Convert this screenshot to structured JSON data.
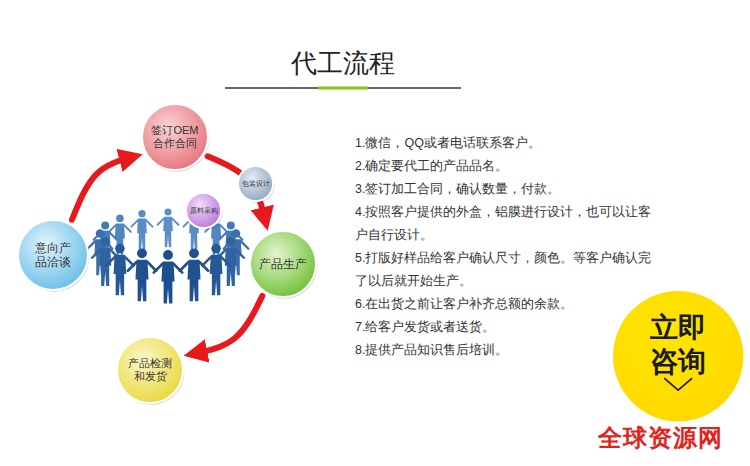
{
  "diagram": {
    "title": "代工流程",
    "nodes": [
      {
        "text": [
          "签订OEM 合作合同"
        ]
      },
      {
        "text": [
          "包装设计"
        ]
      },
      {
        "text": [
          "原料采购"
        ]
      },
      {
        "text": [
          "意向产 品洽谈"
        ]
      },
      {
        "text": [
          "产品生产"
        ]
      },
      {
        "text": [
          "产品检测 和发货"
        ]
      },
      {
        "text": [
          "立即 咨询"
        ]
      }
    ],
    "edges": [
      {
        "from": 3,
        "to": 0,
        "arrow": "to"
      },
      {
        "from": 0,
        "to": 4,
        "arrow": "to"
      },
      {
        "from": 4,
        "to": 5,
        "arrow": "to"
      }
    ],
    "labels": [
      "1.微信，QQ或者电话联系客户。",
      "2.确定要代工的产品品名。",
      "3.签订加工合同，确认数量，付款。",
      "4.按照客户提供的外盒，铝膜进行设计，也可以让客户自行设计。",
      "5.打版好样品给客户确认尺寸，颜色。等客户确认完了以后就开始生产。",
      "6.在出货之前让客户补齐总额的余款。",
      "7.给客户发货或者送货。",
      "8.提供产品知识售后培训。",
      "全球资源网"
    ]
  }
}
